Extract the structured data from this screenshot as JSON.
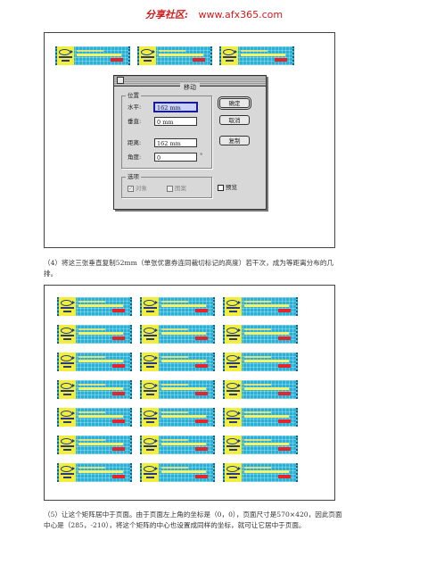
{
  "header": {
    "logo": "分享社区:",
    "url": "www.afx365.com"
  },
  "colors": {
    "header": "#d21a1a",
    "ticket_blue": "#29b0d6",
    "ticket_yellow": "#f3ee3c",
    "ticket_red": "#e4252b"
  },
  "dialog": {
    "title": "移动",
    "position_group": "位置",
    "horizontal_label": "水平:",
    "horizontal_value": "162 mm",
    "vertical_label": "垂直:",
    "vertical_value": "0 mm",
    "distance_label": "距离:",
    "distance_value": "162 mm",
    "angle_label": "角度:",
    "angle_value": "0",
    "angle_unit": "°",
    "options_group": "选项",
    "objects_label": "对象",
    "pattern_label": "图案",
    "ok_label": "确定",
    "cancel_label": "取消",
    "copy_label": "复制",
    "preview_label": "预览"
  },
  "paragraphs": {
    "step4": "（4）将这三张垂直复制52mm（单张优惠券连同裁切标记的高度）若干次，成为等距离分布的几排。",
    "step5": "（5）让这个矩阵居中于页面。由于页面左上角的坐标是（0，0），页面尺寸是570×420，因此页面中心是（285，-210），将这个矩阵的中心也设置成同样的坐标，就可让它居中于页面。"
  }
}
